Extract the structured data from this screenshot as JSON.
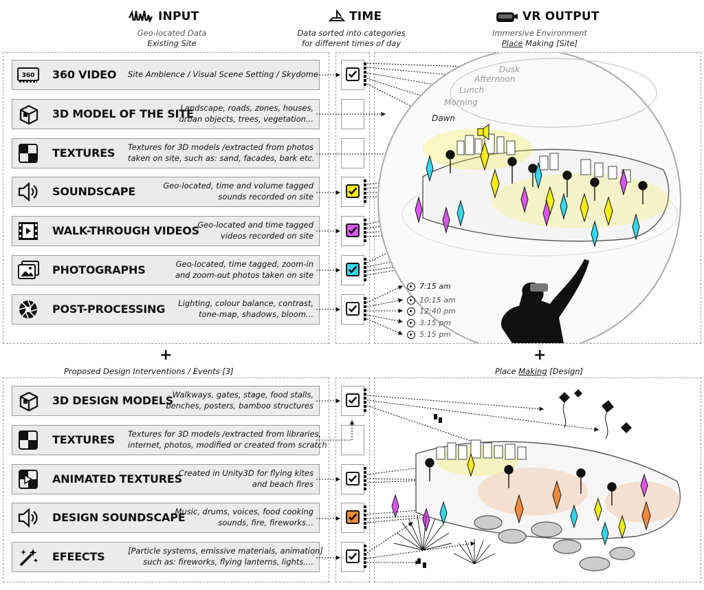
{
  "headers": {
    "input": {
      "title": "INPUT",
      "line1": "Geo-located Data",
      "line2": "Existing Site"
    },
    "time": {
      "title": "TIME",
      "line1": "Data sorted into categories",
      "line2": "for different times of day"
    },
    "vr": {
      "title": "VR OUTPUT",
      "line1": "Immersive Environment",
      "line2a": "Place",
      "line2b": " Making [Site]"
    }
  },
  "site_rows": [
    {
      "title": "360 VIDEO",
      "desc1": "Site Ambience / Visual Scene Setting / Skydome",
      "desc2": "",
      "icon": "360-video-icon",
      "check": "#ffffff",
      "checked": true
    },
    {
      "title": "3D MODEL OF THE SITE",
      "desc1": "Landscape, roads, zones, houses,",
      "desc2": "urban objects, trees, vegetation...",
      "icon": "3d-cube-icon",
      "check": "",
      "checked": false
    },
    {
      "title": "TEXTURES",
      "desc1": "Textures for 3D models /extracted from photos",
      "desc2": "taken on site, such as: sand, facades, bark etc.",
      "icon": "texture-checker-icon",
      "check": "",
      "checked": false
    },
    {
      "title": "SOUNDSCAPE",
      "desc1": "Geo-located, time  and volume tagged",
      "desc2": "sounds recorded on site",
      "icon": "speaker-icon",
      "check": "#f3ec1a",
      "checked": true
    },
    {
      "title": "WALK-THROUGH VIDEOS",
      "desc1": "Geo-located and time tagged",
      "desc2": "videos recorded on site",
      "icon": "film-strip-icon",
      "check": "#d957e8",
      "checked": true
    },
    {
      "title": "PHOTOGRAPHS",
      "desc1": "Geo-located, time tagged, zoom-in",
      "desc2": "and zoom-out photos taken on site",
      "icon": "photos-icon",
      "check": "#35d6ea",
      "checked": true
    },
    {
      "title": "POST-PROCESSING",
      "desc1": "Lighting, colour balance, contrast,",
      "desc2": "tone-map, shadows, bloom...",
      "icon": "aperture-icon",
      "check": "#ffffff",
      "checked": true
    }
  ],
  "design_rows": [
    {
      "title": "3D DESIGN MODELS",
      "desc1": "Walkways, gates, stage, food stalls,",
      "desc2": "benches, posters, bamboo structures",
      "icon": "3d-cube-icon",
      "check": "#ffffff",
      "checked": true
    },
    {
      "title": "TEXTURES",
      "desc1": "Textures for 3D models /extracted from libraries,",
      "desc2": "internet, photos, modified or created from scratch",
      "icon": "texture-checker-icon",
      "check": "",
      "checked": false
    },
    {
      "title": "ANIMATED TEXTURES",
      "desc1": "Created in Unity3D for flying kites",
      "desc2": "and beach fires",
      "icon": "animated-texture-icon",
      "check": "#ffffff",
      "checked": true
    },
    {
      "title": "DESIGN SOUNDSCAPE",
      "desc1": "Music, drums, voices, food cooking",
      "desc2": "sounds, fire, fireworks...",
      "icon": "speaker-icon",
      "check": "#f08a3c",
      "checked": true
    },
    {
      "title": "EFEECTS",
      "desc1": "[Particle systems, emissive materials, animation]",
      "desc2": "such as: fireworks, flying lanterns, lights....",
      "icon": "magic-wand-icon",
      "check": "#ffffff",
      "checked": true
    }
  ],
  "captions": {
    "plus": "+",
    "design_left": "Proposed Design Interventions / Events [3]",
    "design_right_a": "Place ",
    "design_right_b": "Making",
    "design_right_c": " [Design]"
  },
  "sky_labels": {
    "dusk": "Dusk",
    "afternoon": "Afternoon",
    "lunch": "Lunch",
    "morning": "Morning",
    "dawn": "Dawn"
  },
  "times": [
    "7:15 am",
    "10:15 am",
    "12:40 pm",
    "3:15 pm",
    "5:15 pm"
  ],
  "colors": {
    "yellow": "#f3ec1a",
    "magenta": "#d957e8",
    "cyan": "#35d6ea",
    "orange": "#f08a3c",
    "border": "#9c9c9c",
    "row_fill": "#ebebeb"
  }
}
